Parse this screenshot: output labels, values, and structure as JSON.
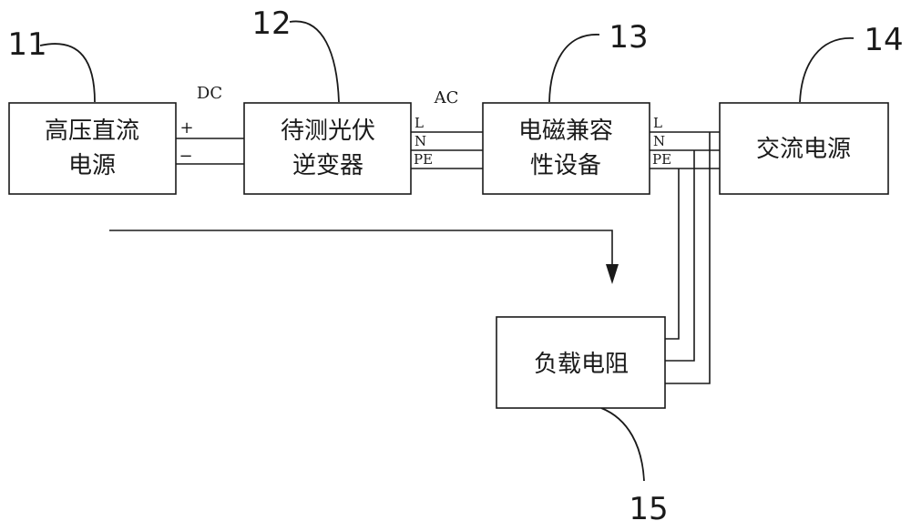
{
  "blocks": {
    "b11": {
      "ref": "11",
      "line1": "高压直流",
      "line2": "电源"
    },
    "b12": {
      "ref": "12",
      "line1": "待测光伏",
      "line2": "逆变器"
    },
    "b13": {
      "ref": "13",
      "line1": "电磁兼容",
      "line2": "性设备"
    },
    "b14": {
      "ref": "14",
      "line1": "交流电源"
    },
    "b15": {
      "ref": "15",
      "line1": "负载电阻"
    }
  },
  "signals": {
    "dc": "DC",
    "ac": "AC",
    "plus": "+",
    "minus": "−"
  },
  "ports": {
    "l": "L",
    "n": "N",
    "pe": "PE"
  }
}
